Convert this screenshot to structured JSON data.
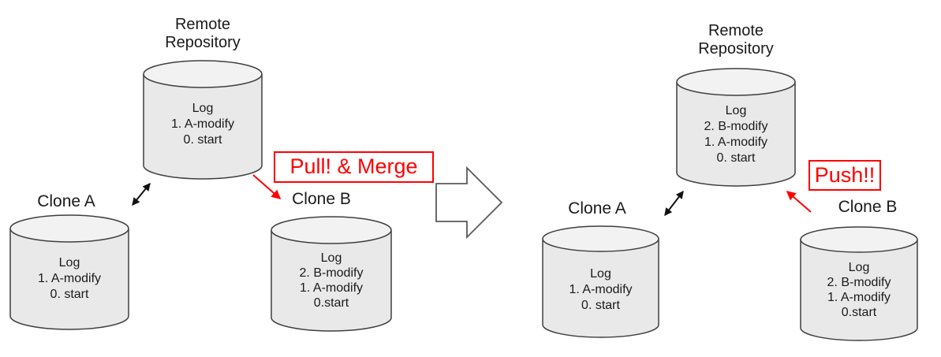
{
  "left_panel": {
    "remote": {
      "title_line1": "Remote",
      "title_line2": "Repository",
      "log": [
        "Log",
        "1. A-modify",
        "0. start"
      ]
    },
    "clone_a": {
      "label": "Clone A",
      "log": [
        "Log",
        "1. A-modify",
        "0. start"
      ]
    },
    "clone_b": {
      "label": "Clone B",
      "log": [
        "Log",
        "2. B-modify",
        "1. A-modify",
        "0.start"
      ]
    },
    "action_label": "Pull! & Merge"
  },
  "right_panel": {
    "remote": {
      "title_line1": "Remote",
      "title_line2": "Repository",
      "log": [
        "Log",
        "2. B-modify",
        "1. A-modify",
        "0. start"
      ]
    },
    "clone_a": {
      "label": "Clone A",
      "log": [
        "Log",
        "1. A-modify",
        "0. start"
      ]
    },
    "clone_b": {
      "label": "Clone B",
      "log": [
        "Log",
        "2. B-modify",
        "1. A-modify",
        "0.start"
      ]
    },
    "action_label": "Push!!"
  },
  "colors": {
    "accent_red": "#ff0000",
    "cylinder_body": "#e9e9e9",
    "cylinder_top": "#f2f2f2",
    "outline": "#3f3f3f"
  }
}
